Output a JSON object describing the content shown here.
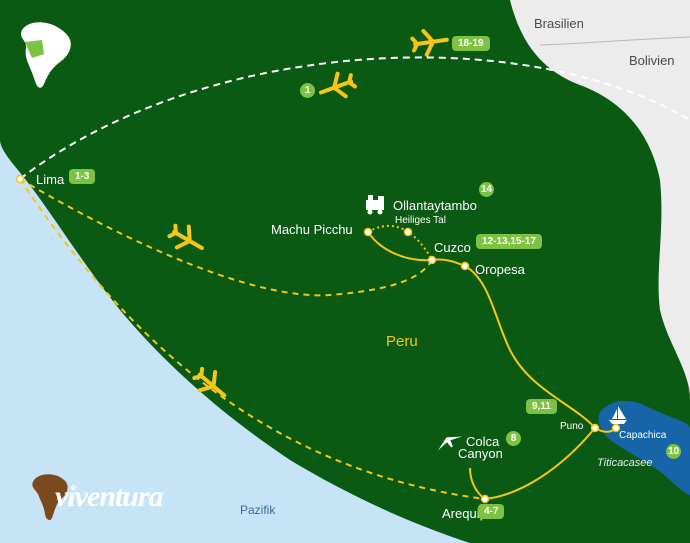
{
  "countries": {
    "brazil": "Brasilien",
    "bolivia": "Bolivien",
    "peru": "Peru"
  },
  "water": {
    "ocean": "Pazifik",
    "lake": "Titicacasee"
  },
  "brand": {
    "logo": "viventura"
  },
  "places": {
    "lima": "Lima",
    "ollantaytambo": "Ollantaytambo",
    "heiliges_tal": "Heiliges Tal",
    "machu_picchu": "Machu Picchu",
    "cuzco": "Cuzco",
    "oropesa": "Oropesa",
    "puno": "Puno",
    "capachica": "Capachica",
    "colca_canyon_1": "Colca",
    "colca_canyon_2": "Canyon",
    "arequipa": "Arequipa"
  },
  "badges": {
    "flight_out": "18-19",
    "flight_in": "1",
    "lima": "1-3",
    "ollantaytambo": "14",
    "cuzco": "12-13,15-17",
    "puno": "9,11",
    "capachica": "10",
    "colca": "8",
    "arequipa": "4-7"
  },
  "icons": {
    "plane": "plane-icon",
    "train": "train-icon",
    "condor": "condor-icon",
    "boat": "boat-icon",
    "locator": "south-america-locator-icon"
  },
  "colors": {
    "land": "#0a5a14",
    "ocean": "#c6e4f5",
    "neighbor": "#ececec",
    "lake": "#1565a8",
    "route": "#f5c518",
    "badge": "#7dc242",
    "plane": "#f5c518"
  }
}
